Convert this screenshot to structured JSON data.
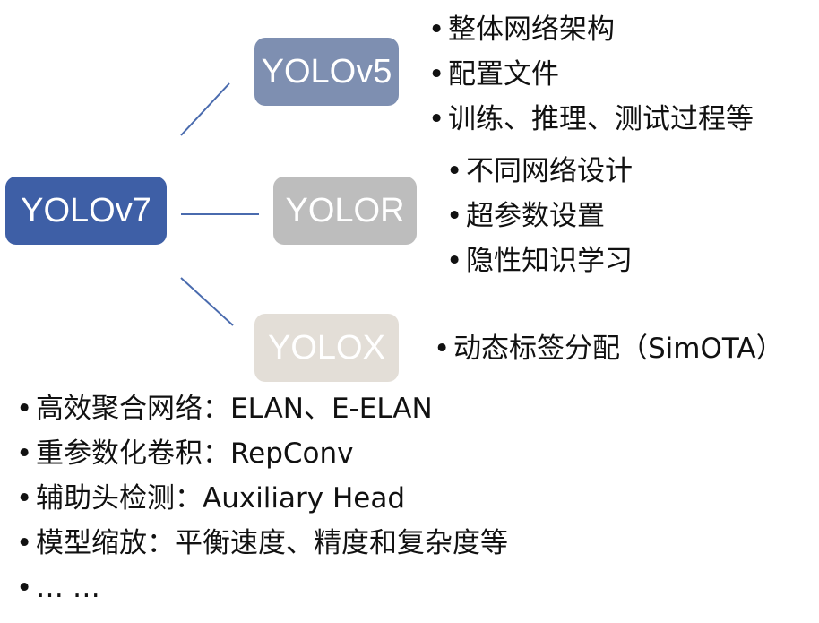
{
  "diagram": {
    "root": {
      "label": "YOLOv7",
      "color": "#3E5FA6"
    },
    "branches": [
      {
        "label": "YOLOv5",
        "color": "#7E8FB1",
        "bullets": [
          "整体网络架构",
          "配置文件",
          "训练、推理、测试过程等"
        ]
      },
      {
        "label": "YOLOR",
        "color": "#BDBDBD",
        "bullets": [
          "不同网络设计",
          "超参数设置",
          "隐性知识学习"
        ]
      },
      {
        "label": "YOLOX",
        "color": "#E3DED7",
        "bullets": [
          "动态标签分配（SimOTA）"
        ]
      }
    ],
    "connector_color": "#4A6BAE",
    "bullet_symbol": "•"
  },
  "features": [
    "高效聚合网络：ELAN、E-ELAN",
    "重参数化卷积：RepConv",
    "辅助头检测：Auxiliary Head",
    "模型缩放：平衡速度、精度和复杂度等",
    "… …"
  ]
}
